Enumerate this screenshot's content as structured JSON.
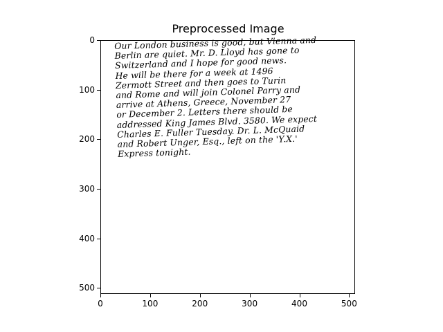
{
  "figure": {
    "title": "Preprocessed Image",
    "x_ticks": [
      "0",
      "100",
      "200",
      "300",
      "400",
      "500"
    ],
    "y_ticks": [
      "0",
      "100",
      "200",
      "300",
      "400",
      "500"
    ],
    "x_tick_values": [
      0,
      100,
      200,
      300,
      400,
      500
    ],
    "y_tick_values": [
      0,
      100,
      200,
      300,
      400,
      500
    ],
    "x_range": [
      0,
      512
    ],
    "y_range": [
      512,
      0
    ]
  },
  "handwriting": {
    "lines": [
      "Our London business is good, but Vienna and",
      "Berlin are quiet. Mr. D. Lloyd has gone to",
      "Switzerland and I hope for good news.",
      "He will be there for a week at 1496",
      "Zermott Street and then goes to Turin",
      "and Rome and will join Colonel Parry and",
      "arrive at Athens, Greece, November 27",
      "or December 2. Letters there should be",
      "addressed King James Blvd. 3580. We expect",
      "Charles E. Fuller Tuesday. Dr. L. McQuaid",
      "and Robert Unger, Esq., left on the 'Y.X.'",
      "Express tonight."
    ]
  }
}
